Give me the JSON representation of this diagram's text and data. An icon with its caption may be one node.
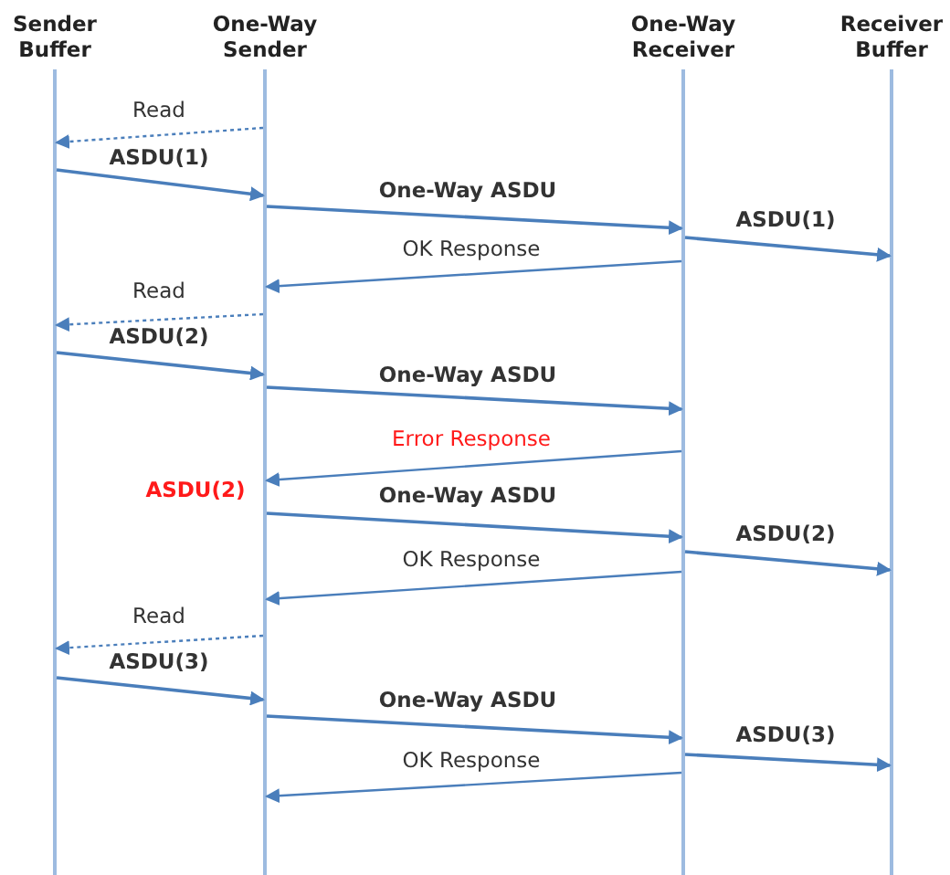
{
  "diagram": {
    "nodes": [
      {
        "text": [
          "Sender Buffer"
        ]
      },
      {
        "text": [
          "One-Way Sender"
        ]
      },
      {
        "text": [
          "One-Way Receiver"
        ]
      },
      {
        "text": [
          "Receiver Buffer"
        ]
      }
    ],
    "edges": [
      {
        "from": 1,
        "to": 0,
        "arrow": "to",
        "label": "Read",
        "style": "dashed"
      },
      {
        "from": 0,
        "to": 1,
        "arrow": "to",
        "label": "ASDU(1)"
      },
      {
        "from": 1,
        "to": 2,
        "arrow": "to",
        "label": "One-Way  ASDU"
      },
      {
        "from": 2,
        "to": 3,
        "arrow": "to",
        "label": "ASDU(1)"
      },
      {
        "from": 2,
        "to": 1,
        "arrow": "to",
        "label": "OK Response"
      },
      {
        "from": 1,
        "to": 0,
        "arrow": "to",
        "label": "Read",
        "style": "dashed"
      },
      {
        "from": 0,
        "to": 1,
        "arrow": "to",
        "label": "ASDU(2)"
      },
      {
        "from": 1,
        "to": 2,
        "arrow": "to",
        "label": "One-Way  ASDU"
      },
      {
        "from": 2,
        "to": 1,
        "arrow": "to",
        "label": "Error Response"
      },
      {
        "from": 1,
        "to": 2,
        "arrow": "to",
        "label": "One-Way  ASDU"
      },
      {
        "from": 2,
        "to": 3,
        "arrow": "to",
        "label": "ASDU(2)"
      },
      {
        "from": 2,
        "to": 1,
        "arrow": "to",
        "label": "OK Response"
      },
      {
        "from": 1,
        "to": 0,
        "arrow": "to",
        "label": "Read",
        "style": "dashed"
      },
      {
        "from": 0,
        "to": 1,
        "arrow": "to",
        "label": "ASDU(3)"
      },
      {
        "from": 1,
        "to": 2,
        "arrow": "to",
        "label": "One-Way  ASDU"
      },
      {
        "from": 2,
        "to": 3,
        "arrow": "to",
        "label": "ASDU(3)"
      },
      {
        "from": 2,
        "to": 1,
        "arrow": "to",
        "label": "OK Response"
      }
    ],
    "labels": [
      "ASDU(2)"
    ]
  }
}
